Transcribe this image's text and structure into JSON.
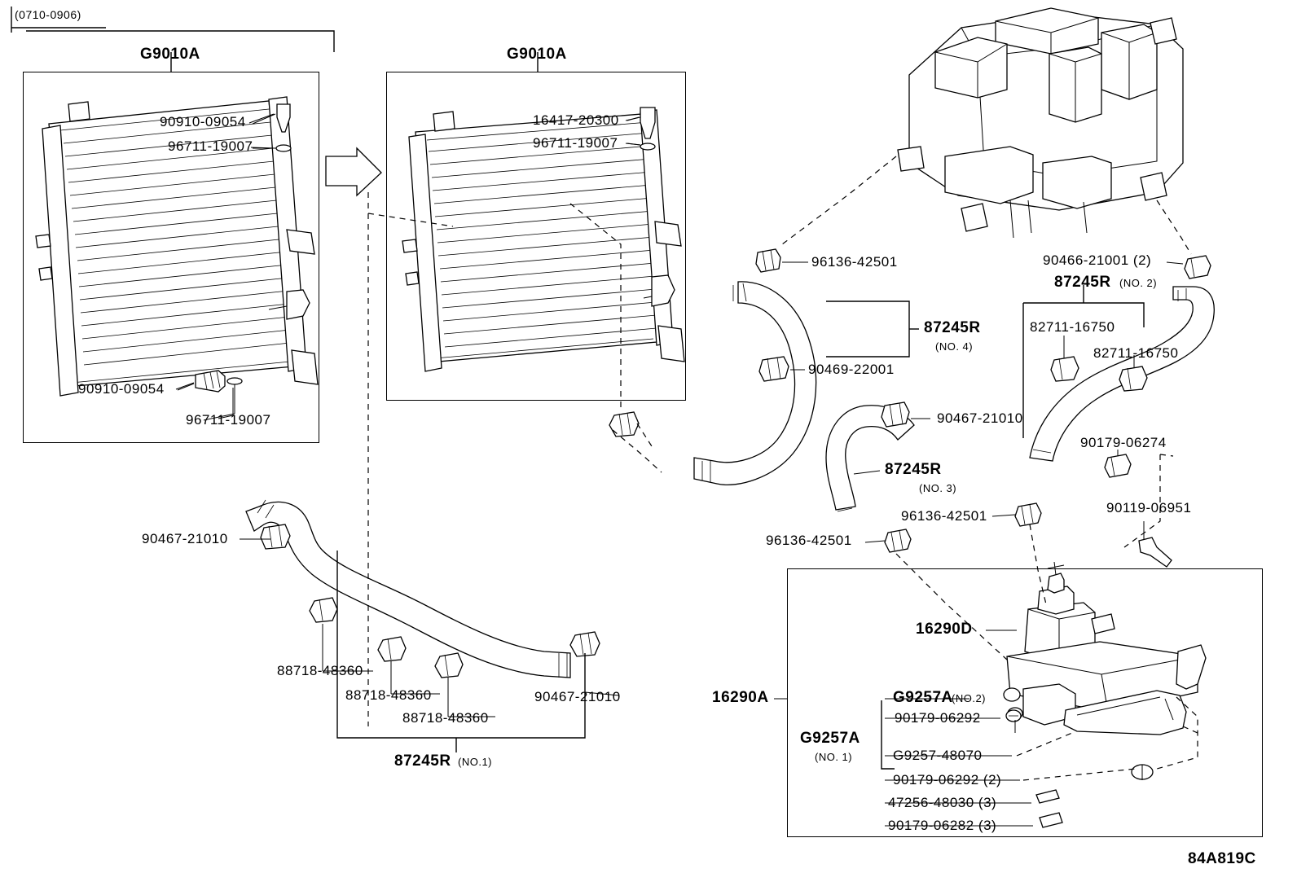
{
  "diagram": {
    "date_range": "(0710-0906)",
    "figure_code": "84A819C"
  },
  "panels": {
    "condenser_left_title": "G9010A",
    "condenser_right_title": "G9010A",
    "inverter_box_left_label": "16290A",
    "inverter_inner_label": "16290D",
    "bracket_group_label": "G9257A",
    "bracket_group_sub": "(NO. 1)"
  },
  "labels": [
    {
      "id": "l1",
      "text": "90910-09054"
    },
    {
      "id": "l2",
      "text": "96711-19007"
    },
    {
      "id": "l3",
      "text": "90910-09054"
    },
    {
      "id": "l4",
      "text": "96711-19007"
    },
    {
      "id": "l5",
      "text": "16417-20300"
    },
    {
      "id": "l6",
      "text": "96711-19007"
    },
    {
      "id": "l7",
      "text": "96136-42501"
    },
    {
      "id": "l8",
      "text": "90466-21001 (2)"
    },
    {
      "id": "l9",
      "text": "87245R"
    },
    {
      "id": "l10",
      "text": "(NO. 2)"
    },
    {
      "id": "l11",
      "text": "82711-16750"
    },
    {
      "id": "l12",
      "text": "82711-16750"
    },
    {
      "id": "l13",
      "text": "87245R"
    },
    {
      "id": "l14",
      "text": "(NO. 4)"
    },
    {
      "id": "l15",
      "text": "90469-22001"
    },
    {
      "id": "l16",
      "text": "90467-21010"
    },
    {
      "id": "l17",
      "text": "90179-06274"
    },
    {
      "id": "l18",
      "text": "87245R"
    },
    {
      "id": "l19",
      "text": "(NO. 3)"
    },
    {
      "id": "l20",
      "text": "96136-42501"
    },
    {
      "id": "l21",
      "text": "90119-06951"
    },
    {
      "id": "l22",
      "text": "96136-42501"
    },
    {
      "id": "l23",
      "text": "90467-21010"
    },
    {
      "id": "l24",
      "text": "88718-48360"
    },
    {
      "id": "l25",
      "text": "88718-48360"
    },
    {
      "id": "l26",
      "text": "88718-48360"
    },
    {
      "id": "l27",
      "text": "90467-21010"
    },
    {
      "id": "l28",
      "text": "87245R"
    },
    {
      "id": "l29",
      "text": "(NO.1)"
    },
    {
      "id": "l30",
      "text": "16290D"
    },
    {
      "id": "l31",
      "text": "16290A"
    },
    {
      "id": "l32",
      "text": "G9257A"
    },
    {
      "id": "l33",
      "text": "(NO.2)"
    },
    {
      "id": "l34",
      "text": "90179-06292"
    },
    {
      "id": "l35",
      "text": "G9257-48070"
    },
    {
      "id": "l36",
      "text": "90179-06292 (2)"
    },
    {
      "id": "l37",
      "text": "47256-48030 (3)"
    },
    {
      "id": "l38",
      "text": "90179-06282 (3)"
    }
  ]
}
